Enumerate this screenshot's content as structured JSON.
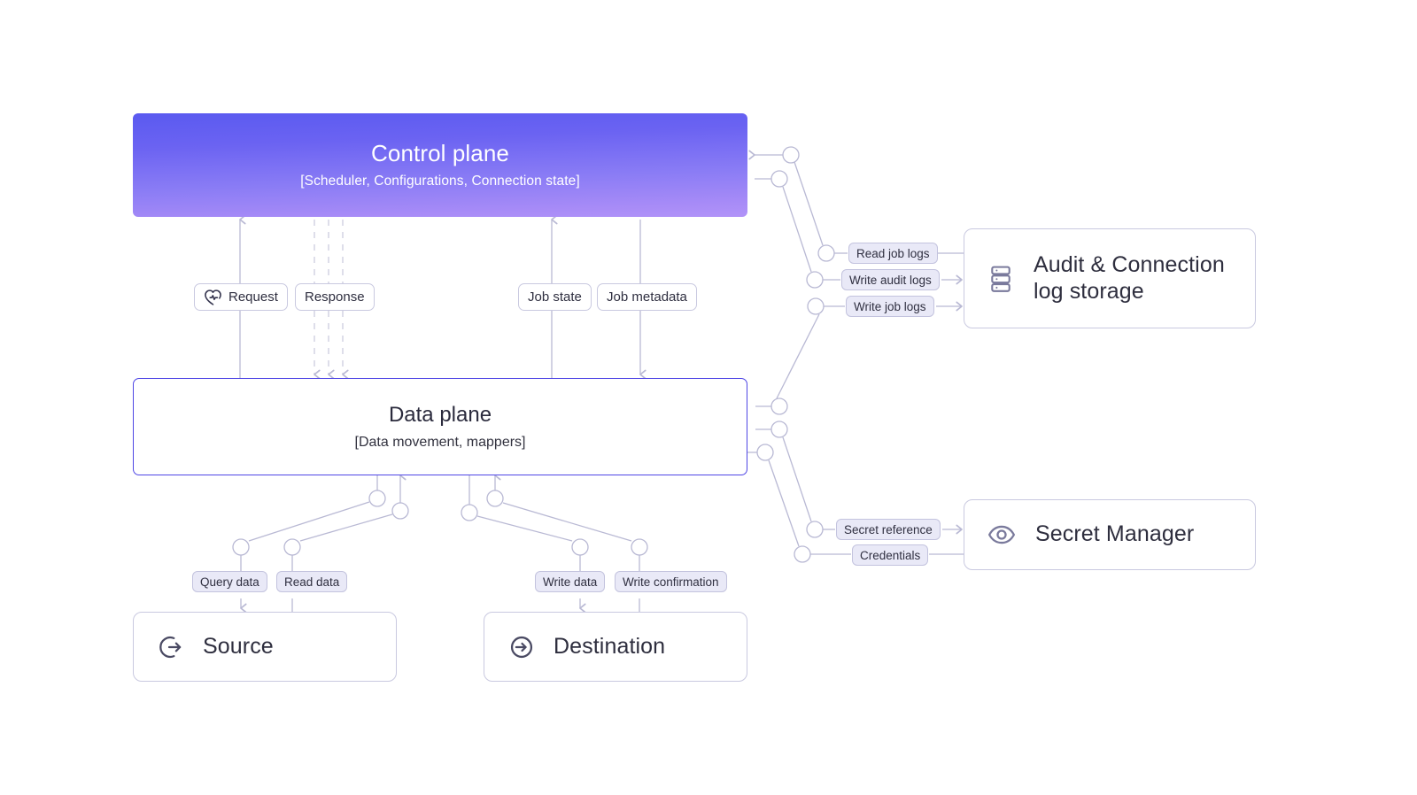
{
  "diagram": {
    "title": "Data platform control/data plane architecture",
    "colors": {
      "control_plane_gradient_from": "#5a5af0",
      "control_plane_gradient_to": "#b193f8",
      "data_plane_border": "#4f46e5",
      "card_border": "#c9c9e0",
      "wire": "#b9b9d4",
      "pill_tint": "#e9e9f7",
      "canvas_background": "#ffffff",
      "text_dark": "#2e2e3e",
      "text_light": "#ffffff"
    },
    "nodes": {
      "control_plane": {
        "title": "Control plane",
        "subtitle": "[Scheduler, Configurations, Connection state]"
      },
      "data_plane": {
        "title": "Data plane",
        "subtitle": "[Data movement, mappers]"
      },
      "audit_storage": {
        "label": "Audit & Connection log storage",
        "icon": "database-stack-icon"
      },
      "secret_manager": {
        "label": "Secret Manager",
        "icon": "eye-icon"
      },
      "source": {
        "label": "Source",
        "icon": "arrow-out-circle-icon"
      },
      "destination": {
        "label": "Destination",
        "icon": "arrow-in-circle-icon"
      }
    },
    "edge_labels": {
      "request": {
        "text": "Request",
        "icon": "heart-pulse-icon",
        "style": "plain",
        "direction": "up"
      },
      "response": {
        "text": "Response",
        "style": "plain",
        "direction": "down"
      },
      "job_state": {
        "text": "Job state",
        "style": "plain",
        "direction": "up"
      },
      "job_metadata": {
        "text": "Job metadata",
        "style": "plain",
        "direction": "down"
      },
      "read_job_logs": {
        "text": "Read job logs",
        "style": "tinted"
      },
      "write_audit_logs": {
        "text": "Write audit logs",
        "style": "tinted"
      },
      "write_job_logs": {
        "text": "Write job logs",
        "style": "tinted"
      },
      "secret_reference": {
        "text": "Secret reference",
        "style": "tinted"
      },
      "credentials": {
        "text": "Credentials",
        "style": "tinted"
      },
      "query_data": {
        "text": "Query data",
        "style": "tinted"
      },
      "read_data": {
        "text": "Read data",
        "style": "tinted"
      },
      "write_data": {
        "text": "Write data",
        "style": "tinted"
      },
      "write_confirmation": {
        "text": "Write confirmation",
        "style": "tinted"
      }
    }
  }
}
